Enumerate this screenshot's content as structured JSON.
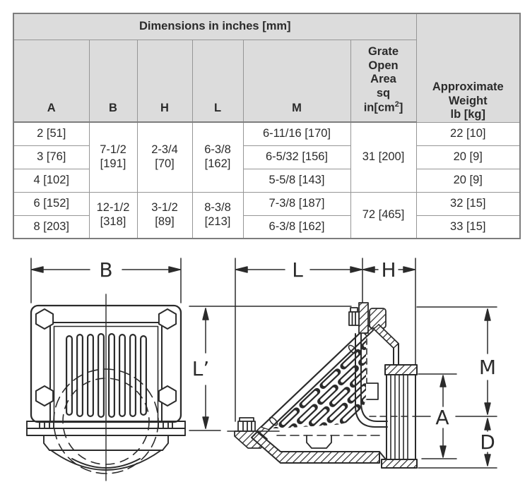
{
  "table": {
    "title": "Dimensions in inches [mm]",
    "col_headers": {
      "a": "A",
      "b": "B",
      "h": "H",
      "l": "L",
      "m": "M"
    },
    "grate_header": {
      "line1": "Grate",
      "line2": "Open",
      "line3": "Area",
      "line4": "sq",
      "unit_pre": "in[cm",
      "unit_sup": "2",
      "unit_post": "]"
    },
    "weight_header": {
      "line1": "Approximate",
      "line2": "Weight",
      "line3": "lb [kg]"
    },
    "groups": [
      {
        "b_in": "7-1/2",
        "b_mm": "[191]",
        "h_in": "2-3/4",
        "h_mm": "[70]",
        "l_in": "6-3/8",
        "l_mm": "[162]",
        "grate": "31 [200]"
      },
      {
        "b_in": "12-1/2",
        "b_mm": "[318]",
        "h_in": "3-1/2",
        "h_mm": "[89]",
        "l_in": "8-3/8",
        "l_mm": "[213]",
        "grate": "72 [465]"
      }
    ],
    "rows": [
      {
        "a": "2 [51]",
        "m": "6-11/16 [170]",
        "weight": "22 [10]"
      },
      {
        "a": "3 [76]",
        "m": "6-5/32 [156]",
        "weight": "20 [9]"
      },
      {
        "a": "4 [102]",
        "m": "5-5/8 [143]",
        "weight": "20 [9]"
      },
      {
        "a": "6 [152]",
        "m": "7-3/8 [187]",
        "weight": "32 [15]"
      },
      {
        "a": "8 [203]",
        "m": "6-3/8 [162]",
        "weight": "33 [15]"
      }
    ]
  },
  "diagram": {
    "labels": {
      "b": "B",
      "l": "L",
      "h": "H",
      "l_prime": "L’",
      "m": "M",
      "a": "A",
      "d": "D"
    }
  },
  "colors": {
    "line": "#2b2b2b",
    "header_bg": "#dcdcdc",
    "border": "#8f8f8f"
  }
}
